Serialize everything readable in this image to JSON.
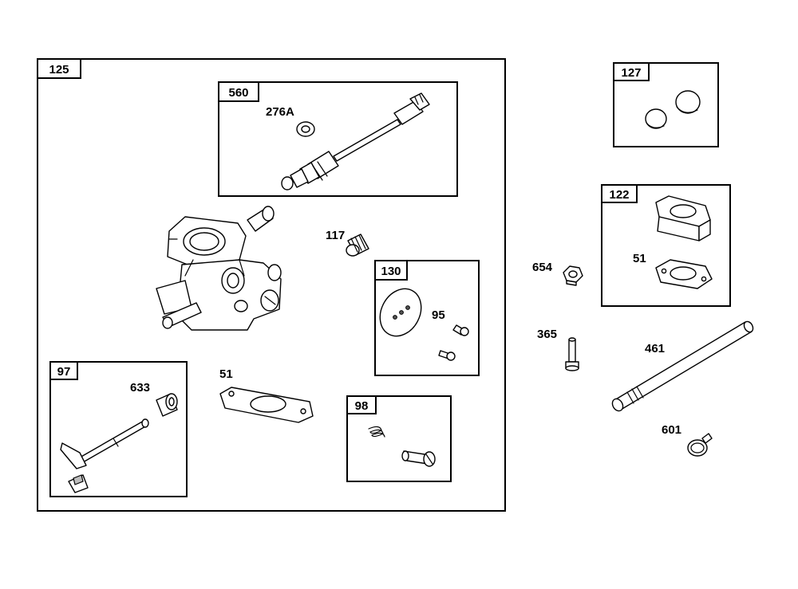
{
  "groups": {
    "g125": "125",
    "g560": "560",
    "g130": "130",
    "g97": "97",
    "g98": "98",
    "g127": "127",
    "g122": "122"
  },
  "labels": {
    "l276a": "276A",
    "l117": "117",
    "l95": "95",
    "l633": "633",
    "l51a": "51",
    "l654": "654",
    "l51b": "51",
    "l365": "365",
    "l461": "461",
    "l601": "601"
  }
}
